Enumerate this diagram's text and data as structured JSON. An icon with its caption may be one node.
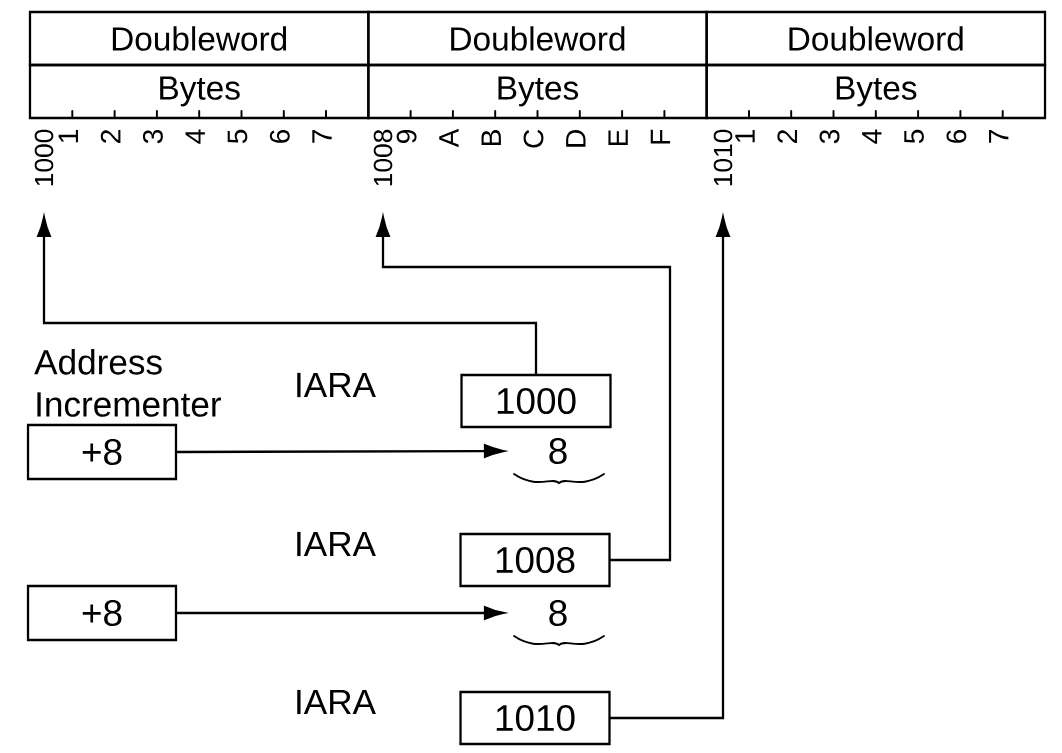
{
  "diagram": {
    "nodes": [
      {
        "text": [
          "Doubleword"
        ]
      },
      {
        "text": [
          "Doubleword"
        ]
      },
      {
        "text": [
          "Doubleword"
        ]
      },
      {
        "text": [
          "Bytes"
        ]
      },
      {
        "text": [
          "Bytes"
        ]
      },
      {
        "text": [
          "Bytes"
        ]
      },
      {
        "text": [
          "1000"
        ]
      },
      {
        "text": [
          "1008"
        ]
      },
      {
        "text": [
          "1010"
        ]
      },
      {
        "text": [
          "1000"
        ],
        "beside": [
          "IARA"
        ]
      },
      {
        "text": [
          "Address Incrementer",
          "+8"
        ]
      },
      {
        "text": [
          "8"
        ]
      },
      {
        "text": [
          "1008"
        ],
        "beside": [
          "IARA"
        ]
      },
      {
        "text": [
          "+8"
        ]
      },
      {
        "text": [
          "8"
        ]
      },
      {
        "text": [
          "1010"
        ],
        "beside": [
          "IARA"
        ]
      }
    ],
    "edges": [
      {
        "from": 9,
        "to": 6,
        "arrow": "to"
      },
      {
        "from": 10,
        "to": 11,
        "arrow": "to"
      },
      {
        "from": 12,
        "to": 7,
        "arrow": "to"
      },
      {
        "from": 13,
        "to": 14,
        "arrow": "to"
      },
      {
        "from": 15,
        "to": 8,
        "arrow": "to"
      }
    ],
    "labels": [
      "1",
      "2",
      "3",
      "4",
      "5",
      "6",
      "7",
      "9",
      "A",
      "B",
      "C",
      "D",
      "E",
      "F",
      "1",
      "2",
      "3",
      "4",
      "5",
      "6",
      "7"
    ]
  }
}
